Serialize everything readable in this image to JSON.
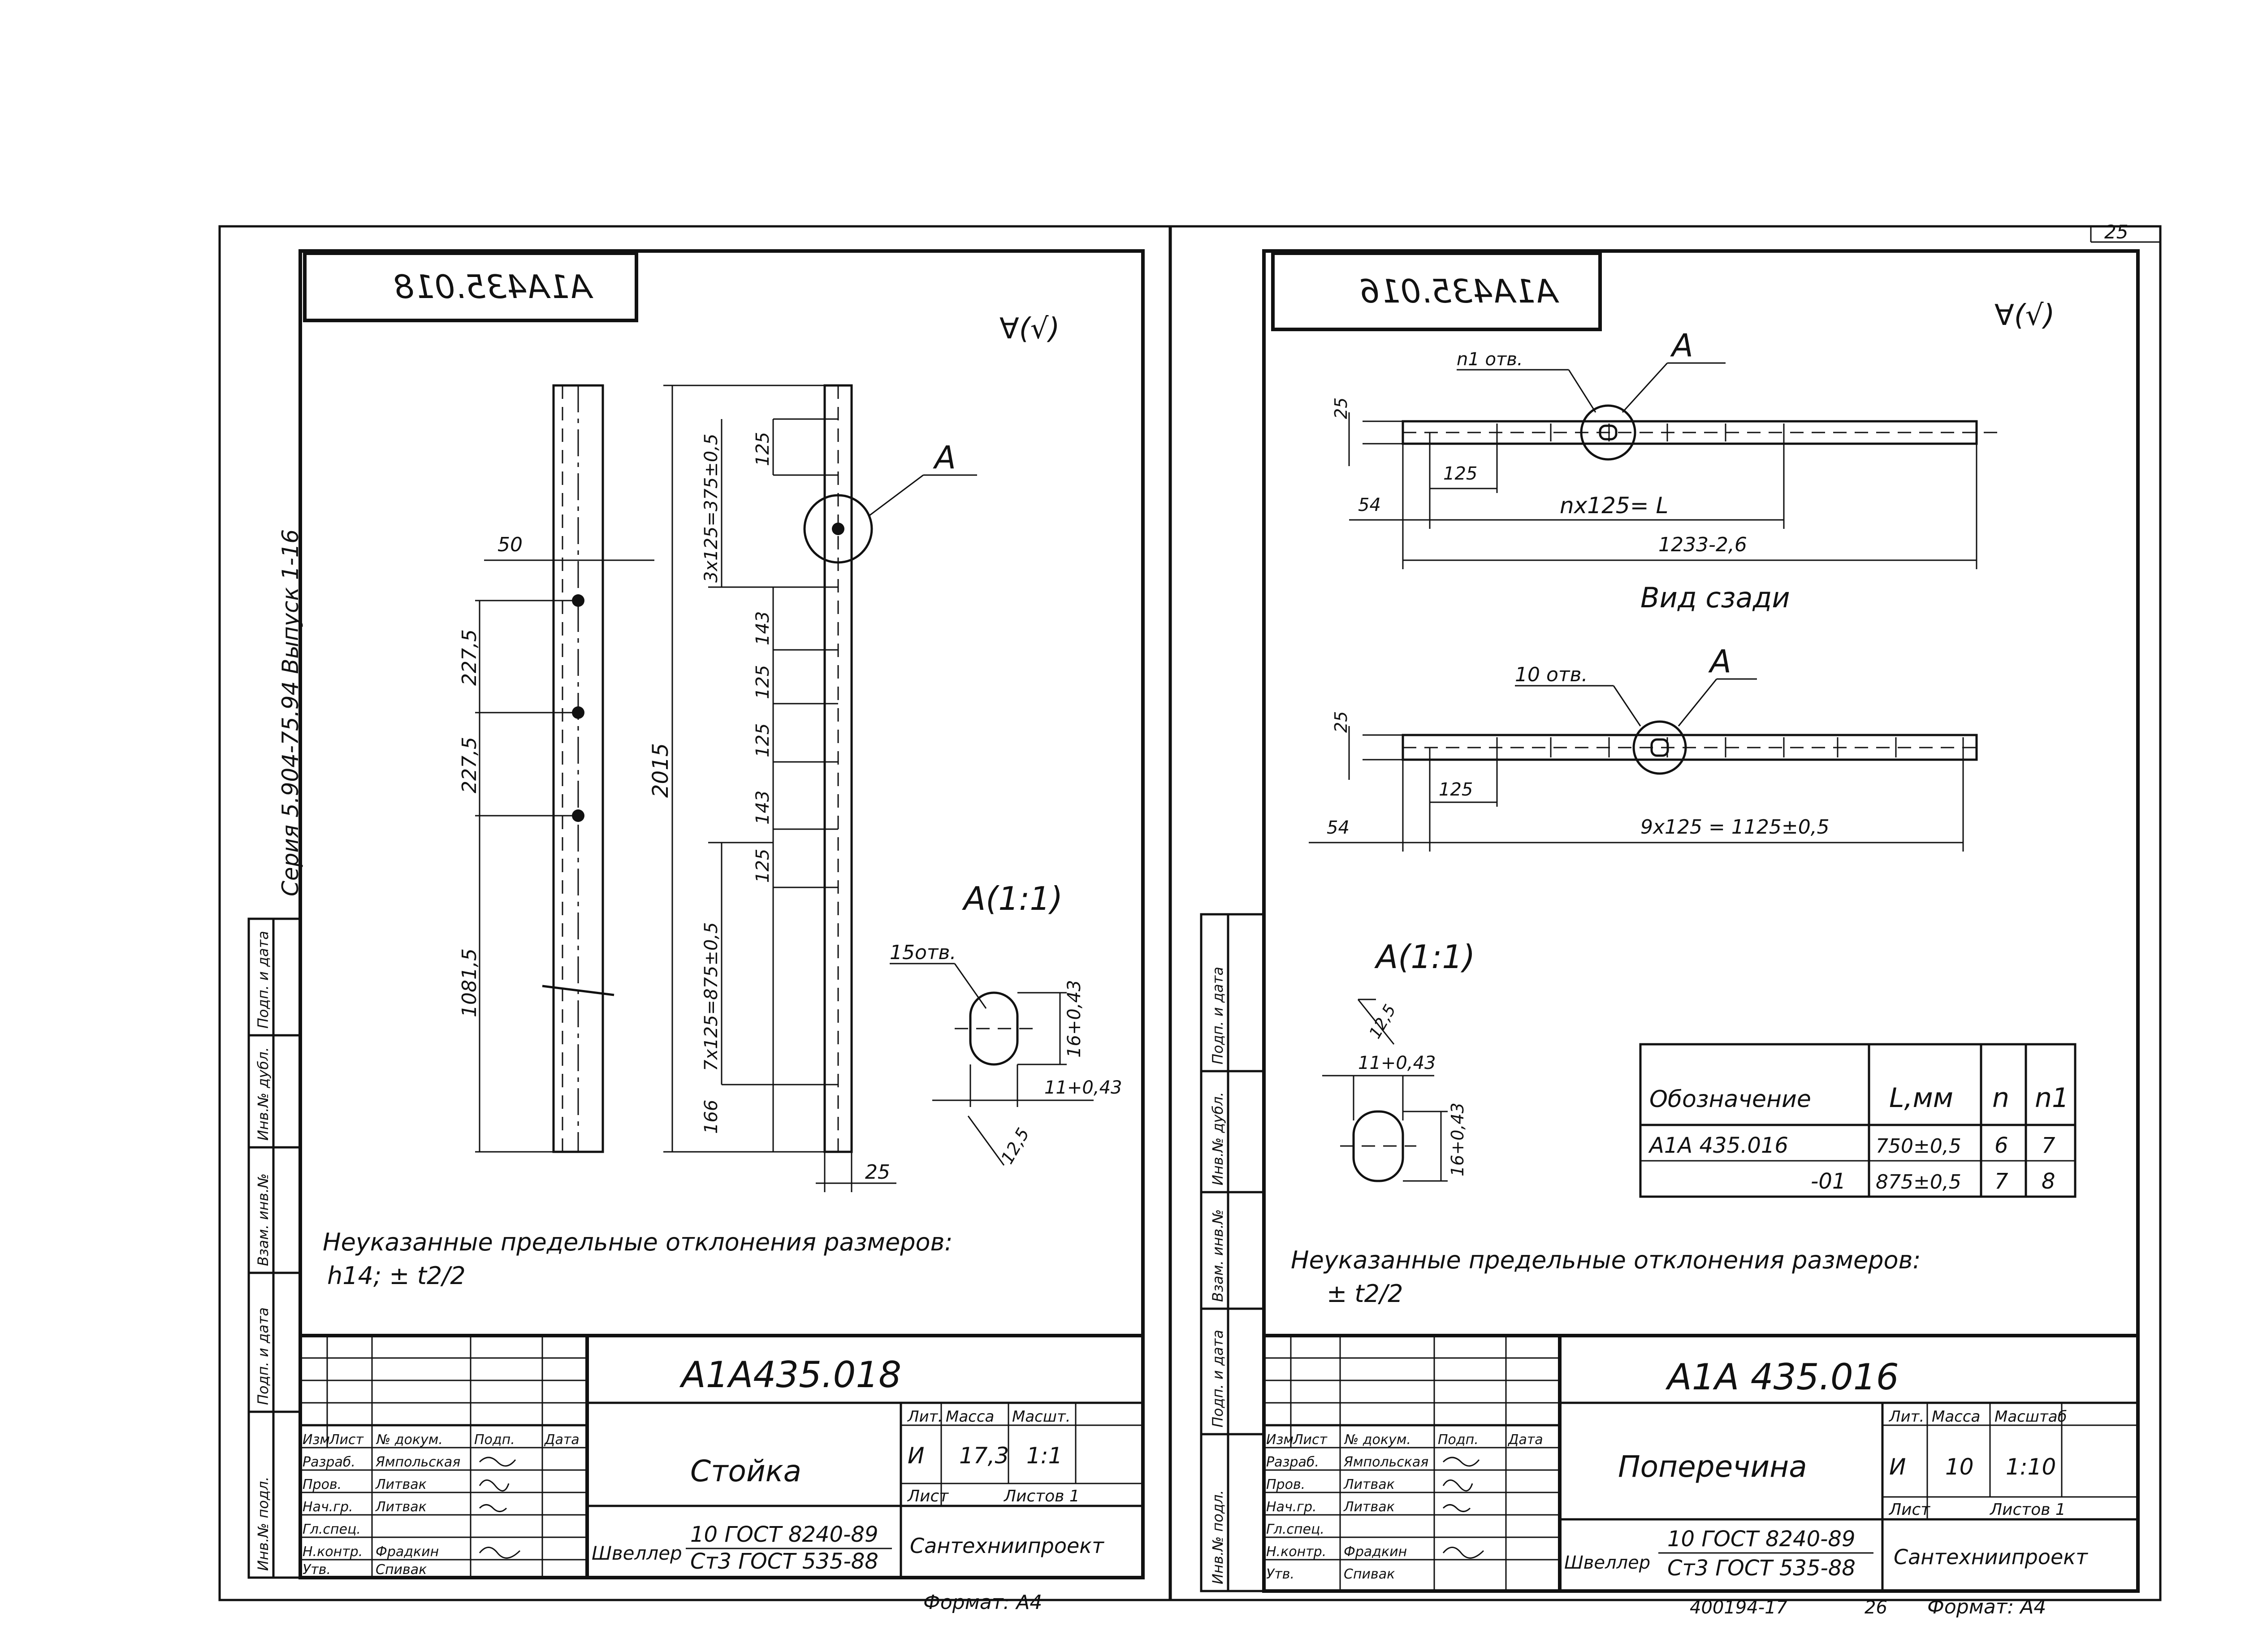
{
  "page_number": "25",
  "stamp": "400194-17",
  "page_counter": "26",
  "series_label": "Серия 5.904-75.94 Выпуск 1-16",
  "left": {
    "top_code": "А1А435.018",
    "roughness": "∀(√)",
    "callout": "А",
    "dims": [
      "50",
      "227,5",
      "227,5",
      "1081,5",
      "2015",
      "125",
      "3x125=375±0,5",
      "143",
      "125",
      "125",
      "143",
      "125",
      "7x125=875±0,5",
      "166",
      "25"
    ],
    "detail_title": "А(1:1)",
    "holes_label": "15отв.",
    "hole_dims": [
      "16+0,43",
      "11+0,43",
      "12,5"
    ],
    "note_line1": "Неуказанные предельные отклонения размеров:",
    "note_line2": "h14; ± t2/2",
    "title_block": {
      "designation": "А1А435.018",
      "name": "Стойка",
      "header_cells": [
        "Изм",
        "Лист",
        "№ докум.",
        "Подп.",
        "Дата"
      ],
      "roles": [
        "Разраб.",
        "Пров.",
        "Нач.гр.",
        "Гл.спец.",
        "Н.контр.",
        "Утв."
      ],
      "names": [
        "Ямпольская",
        "Литвак",
        "Литвак",
        "",
        "Фрадкин",
        "Спивак"
      ],
      "lit_label": "Лит.",
      "mass_label": "Масса",
      "scale_label": "Масшт.",
      "lit_value": "И",
      "mass_value": "17,3",
      "scale_value": "1:1",
      "sheet_label": "Лист",
      "sheets_label": "Листов 1",
      "material_prefix": "Швеллер",
      "material_line1": "10 ГОСТ 8240-89",
      "material_line2": "Ст3 ГОСТ 535-88",
      "organization": "Сантехниипроект"
    },
    "side_stamps": [
      "Подп. и дата",
      "Инв.№ дубл.",
      "Взам. инв.№",
      "Подп. и дата",
      "Инв.№ подл."
    ],
    "format_label": "Формат: А4"
  },
  "right": {
    "top_code": "А1А435.016",
    "roughness": "∀(√)",
    "callout": "А",
    "view1_holes": "n1 отв.",
    "view1_dims": [
      "25",
      "125",
      "54",
      "nx125= L",
      "1233-2,6"
    ],
    "rear_view_label": "Вид сзади",
    "view2_holes": "10 отв.",
    "view2_dims": [
      "25",
      "125",
      "54",
      "9x125 = 1125±0,5"
    ],
    "detail_title": "А(1:1)",
    "hole_dims": [
      "12,5",
      "11+0,43",
      "16+0,43"
    ],
    "table": {
      "headers": [
        "Обозначение",
        "L,мм",
        "n",
        "n1"
      ],
      "rows": [
        [
          "А1А 435.016",
          "750±0,5",
          "6",
          "7"
        ],
        [
          "-01",
          "875±0,5",
          "7",
          "8"
        ]
      ]
    },
    "note_line1": "Неуказанные предельные отклонения размеров:",
    "note_line2": "± t2/2",
    "title_block": {
      "designation": "А1А 435.016",
      "name": "Поперечина",
      "header_cells": [
        "Изм",
        "Лист",
        "№ докум.",
        "Подп.",
        "Дата"
      ],
      "roles": [
        "Разраб.",
        "Пров.",
        "Нач.гр.",
        "Гл.спец.",
        "Н.контр.",
        "Утв."
      ],
      "names": [
        "Ямпольская",
        "Литвак",
        "Литвак",
        "",
        "Фрадкин",
        "Спивак"
      ],
      "lit_label": "Лит.",
      "mass_label": "Масса",
      "scale_label": "Масштаб",
      "lit_value": "И",
      "mass_value": "10",
      "scale_value": "1:10",
      "sheet_label": "Лист",
      "sheets_label": "Листов 1",
      "material_prefix": "Швеллер",
      "material_line1": "10 ГОСТ 8240-89",
      "material_line2": "Ст3 ГОСТ 535-88",
      "organization": "Сантехниипроект"
    },
    "side_stamps": [
      "Подп. и дата",
      "Инв.№ дубл.",
      "Взам. инв.№",
      "Подп. и дата",
      "Инв.№ подл."
    ],
    "format_label": "Формат: А4"
  }
}
